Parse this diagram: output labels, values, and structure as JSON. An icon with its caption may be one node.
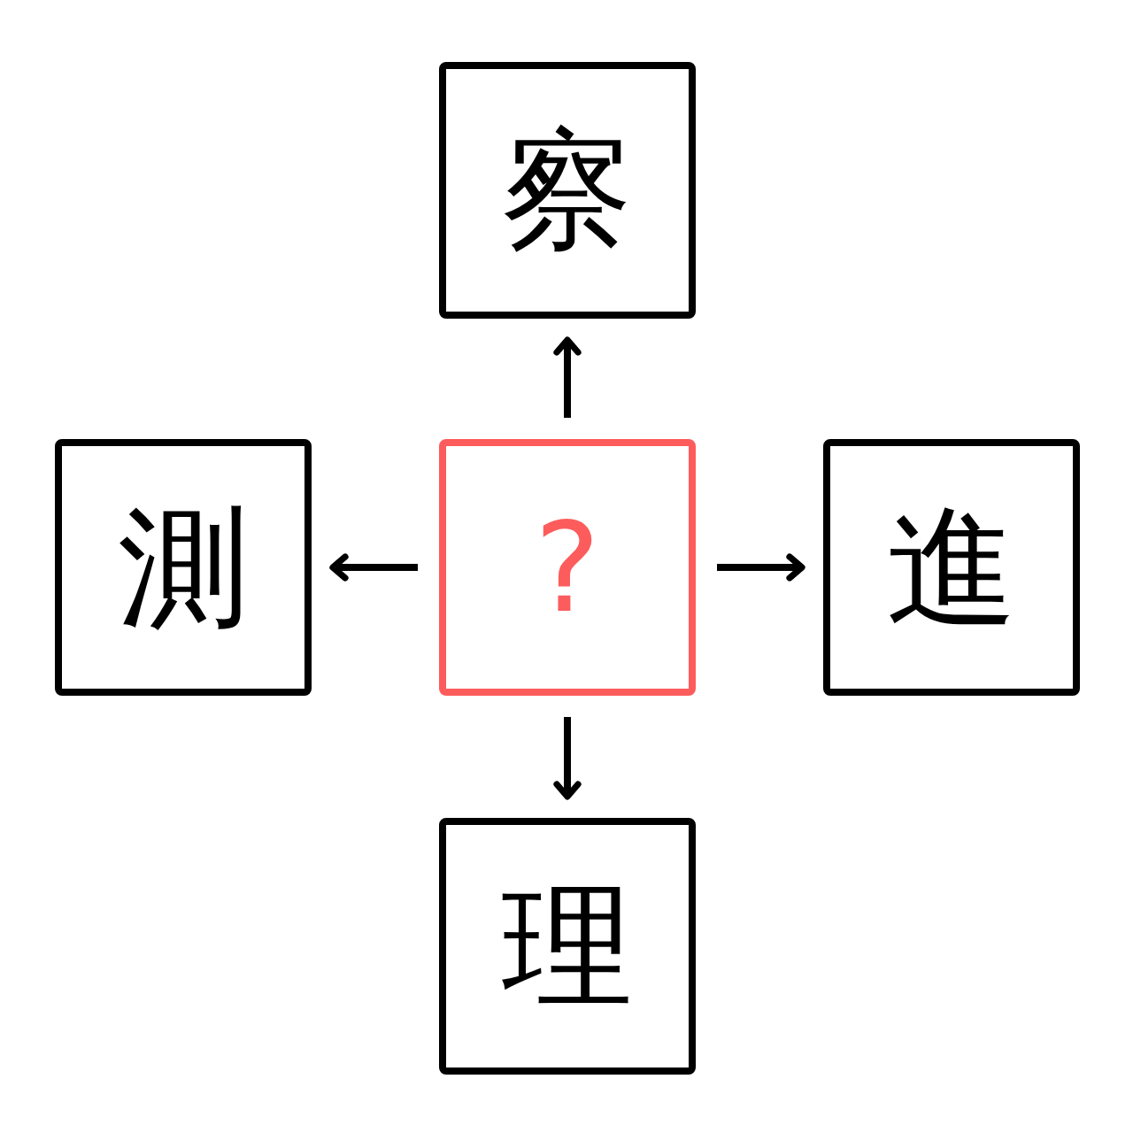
{
  "diagram": {
    "nodes": [
      {
        "text": [
          "察"
        ]
      },
      {
        "text": [
          "測"
        ]
      },
      {
        "text": [
          "?"
        ]
      },
      {
        "text": [
          "進"
        ]
      },
      {
        "text": [
          "理"
        ]
      }
    ],
    "edges": [
      {
        "from": 2,
        "to": 0,
        "arrow": "to"
      },
      {
        "from": 2,
        "to": 1,
        "arrow": "to"
      },
      {
        "from": 2,
        "to": 3,
        "arrow": "to"
      },
      {
        "from": 2,
        "to": 4,
        "arrow": "to"
      }
    ]
  }
}
